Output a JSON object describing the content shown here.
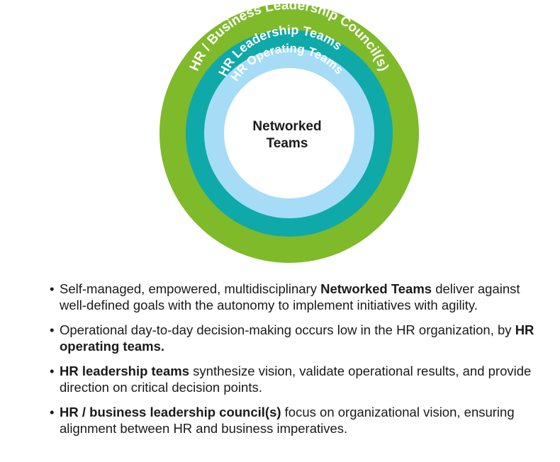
{
  "diagram": {
    "rings": [
      {
        "label": "HR / Business Leadership Council(s)",
        "color": "#7fba2a"
      },
      {
        "label": "HR Leadership Teams",
        "color": "#0fa9a9"
      },
      {
        "label": "HR Operating Teams",
        "color": "#a6dcf6"
      }
    ],
    "center_line1": "Networked",
    "center_line2": "Teams",
    "center_color": "#ffffff"
  },
  "bullets": [
    {
      "pre": "Self-managed, empowered, multidisciplinary ",
      "bold": "Networked Teams",
      "post": " deliver against well-defined goals with the autonomy to implement initiatives with agility."
    },
    {
      "pre": "Operational day-to-day decision-making occurs low in the HR organization, by ",
      "bold": "HR operating teams.",
      "post": ""
    },
    {
      "pre": "",
      "bold": "HR leadership teams",
      "post": " synthesize vision, validate operational results, and provide direction on critical decision points."
    },
    {
      "pre": "",
      "bold": "HR / business leadership council(s)",
      "post": " focus on organizational vision, ensuring alignment between HR and business imperatives."
    }
  ]
}
